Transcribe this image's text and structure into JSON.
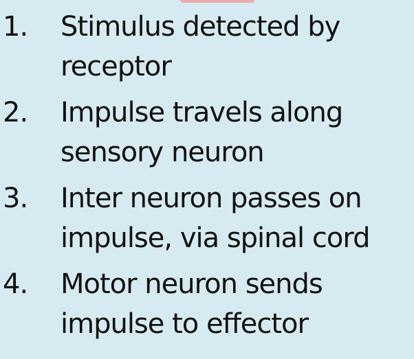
{
  "slide": {
    "accent_color": "#f29a9a",
    "background_color": "#d6ebf1",
    "steps": [
      {
        "number": "1.",
        "lines": [
          "Stimulus detected by",
          "receptor"
        ]
      },
      {
        "number": "2.",
        "lines": [
          "Impulse travels along",
          "sensory neuron"
        ]
      },
      {
        "number": "3.",
        "lines": [
          "Inter neuron passes on",
          "impulse, via spinal cord"
        ]
      },
      {
        "number": "4.",
        "lines": [
          "Motor neuron sends",
          "impulse to effector"
        ]
      }
    ]
  }
}
